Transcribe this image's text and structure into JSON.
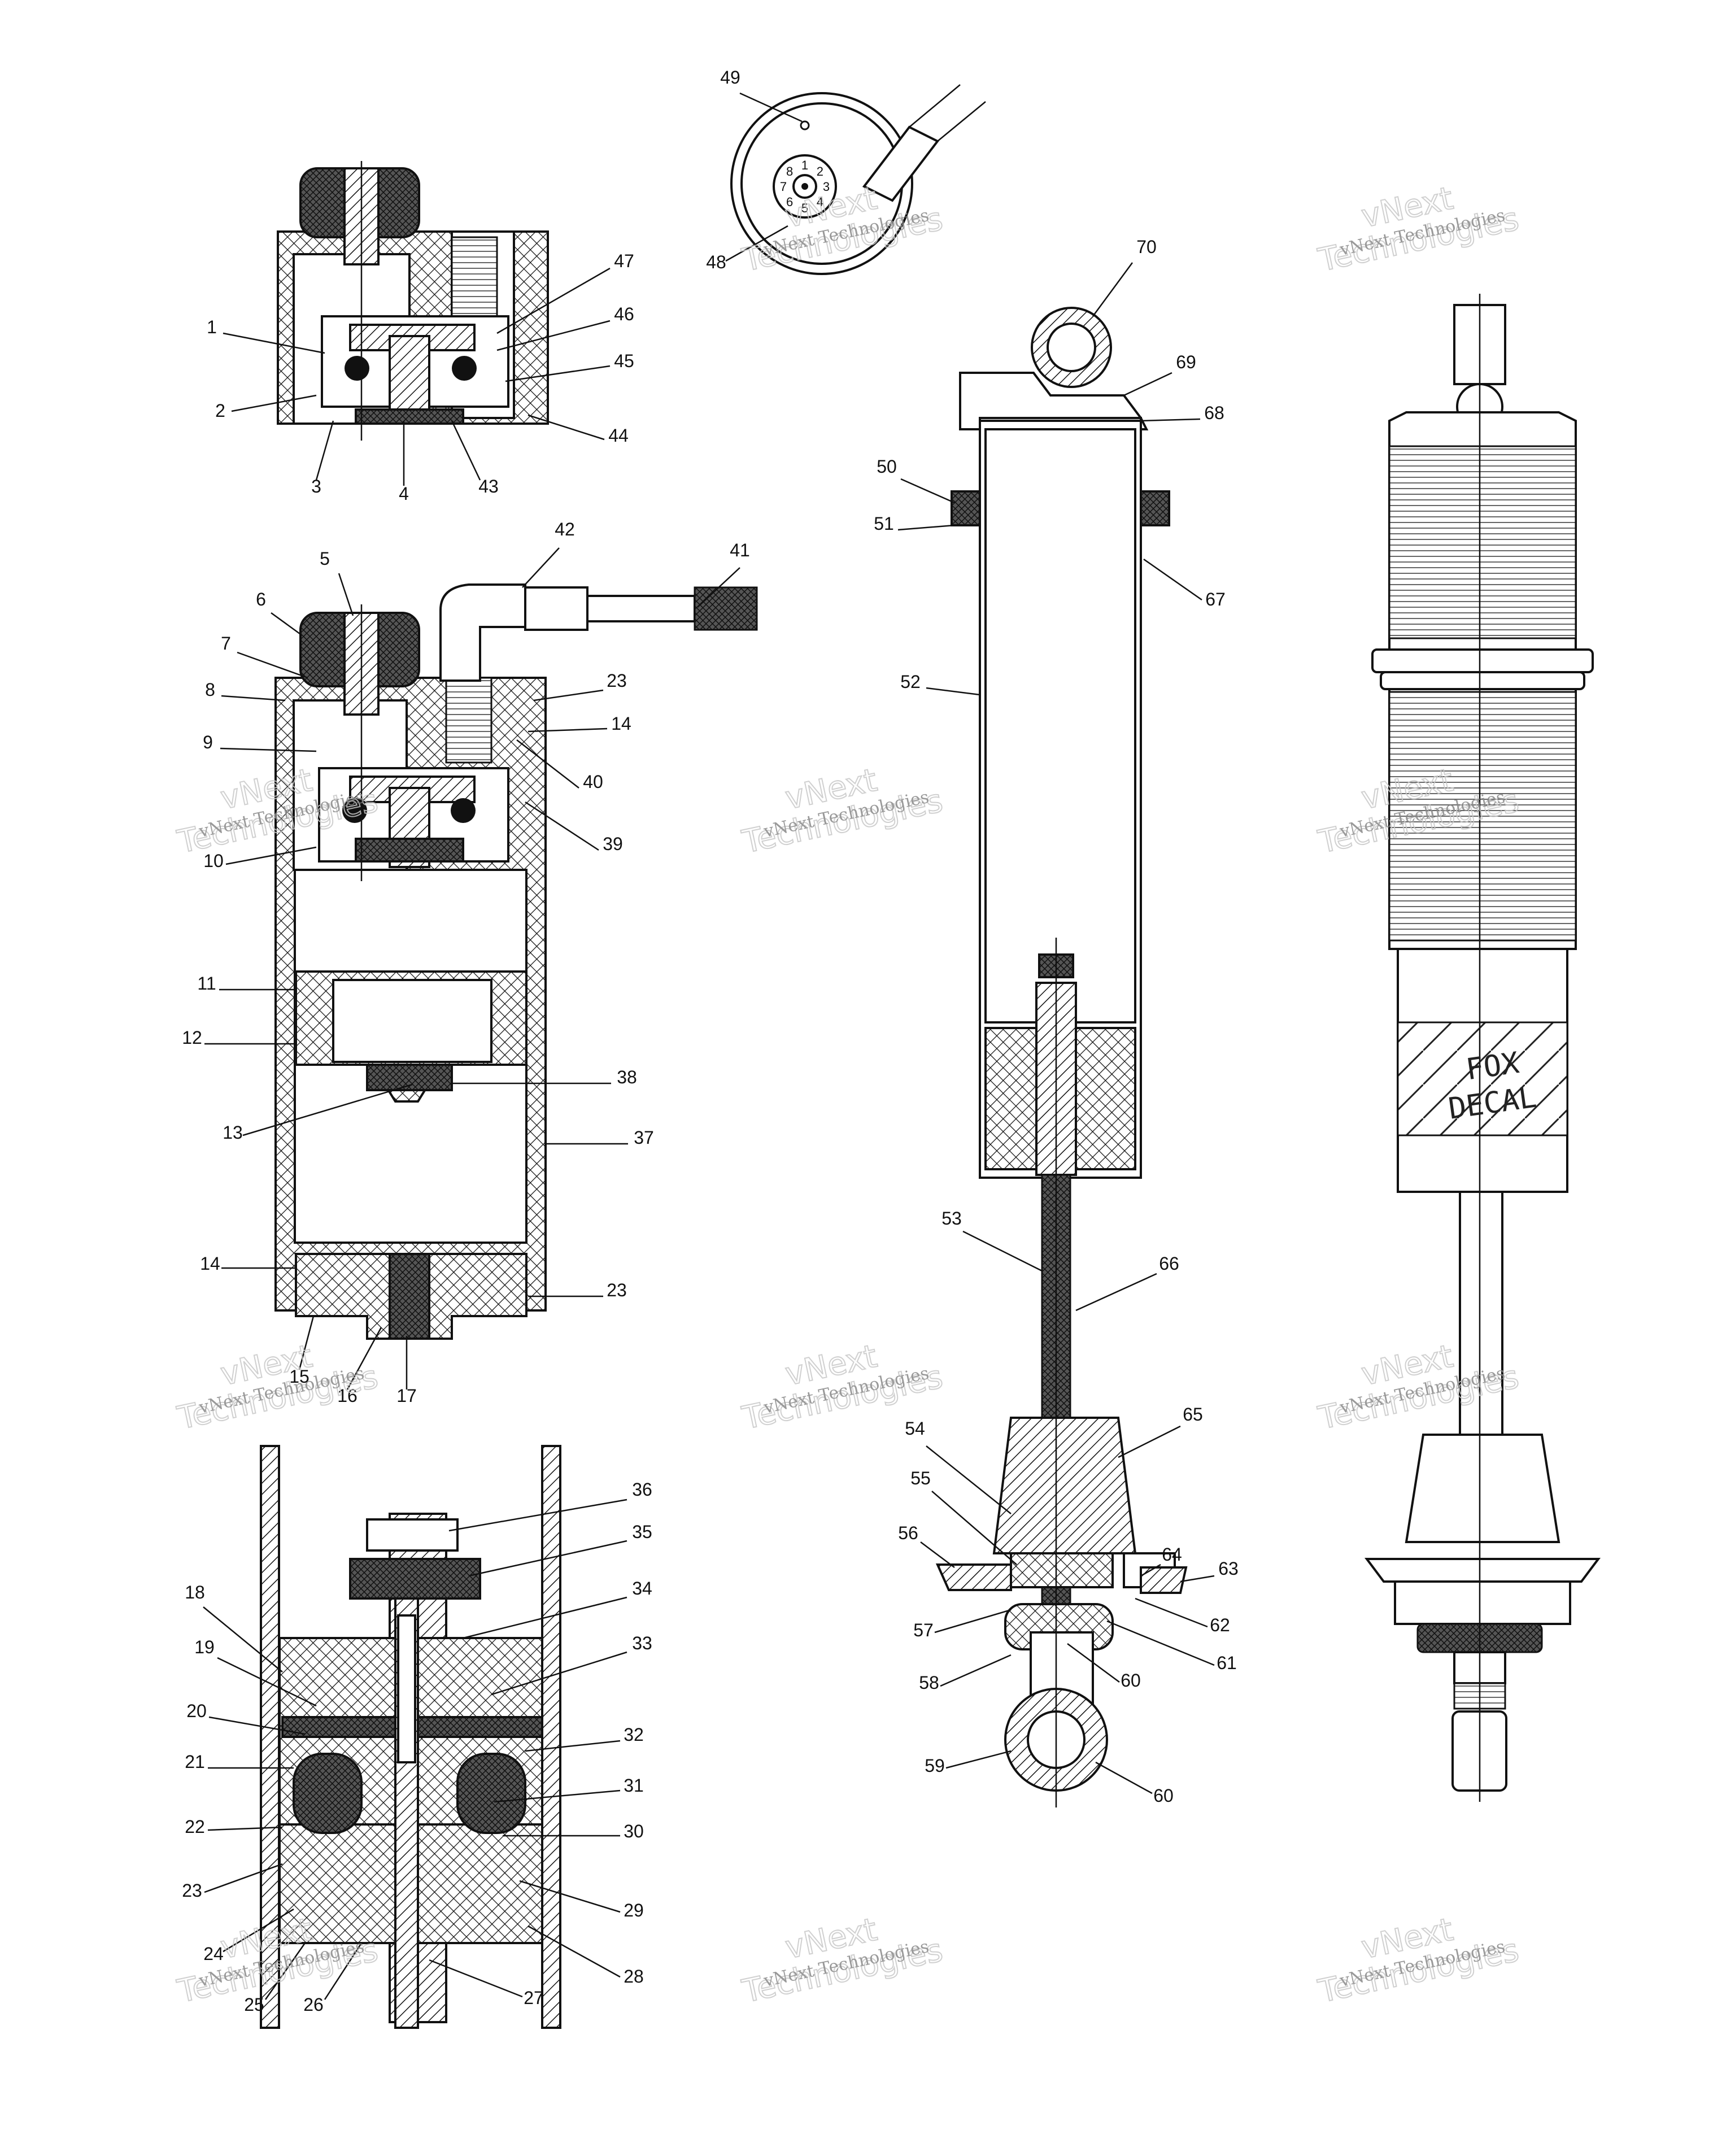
{
  "diagram": {
    "decal_text": [
      "FOX",
      "DECAL"
    ],
    "dial_marks": [
      "1",
      "2",
      "3",
      "4",
      "5",
      "6",
      "7",
      "8"
    ],
    "watermark": {
      "line1": "vNext",
      "line2": "Technologies"
    },
    "callouts": [
      {
        "id": "1"
      },
      {
        "id": "2"
      },
      {
        "id": "3"
      },
      {
        "id": "4"
      },
      {
        "id": "43"
      },
      {
        "id": "44"
      },
      {
        "id": "45"
      },
      {
        "id": "46"
      },
      {
        "id": "47"
      },
      {
        "id": "5"
      },
      {
        "id": "6"
      },
      {
        "id": "7"
      },
      {
        "id": "8"
      },
      {
        "id": "9"
      },
      {
        "id": "10"
      },
      {
        "id": "11"
      },
      {
        "id": "12"
      },
      {
        "id": "13"
      },
      {
        "id": "14"
      },
      {
        "id": "14"
      },
      {
        "id": "15"
      },
      {
        "id": "16"
      },
      {
        "id": "17"
      },
      {
        "id": "23"
      },
      {
        "id": "23"
      },
      {
        "id": "37"
      },
      {
        "id": "38"
      },
      {
        "id": "39"
      },
      {
        "id": "40"
      },
      {
        "id": "41"
      },
      {
        "id": "42"
      },
      {
        "id": "18"
      },
      {
        "id": "19"
      },
      {
        "id": "20"
      },
      {
        "id": "21"
      },
      {
        "id": "22"
      },
      {
        "id": "23"
      },
      {
        "id": "24"
      },
      {
        "id": "25"
      },
      {
        "id": "26"
      },
      {
        "id": "27"
      },
      {
        "id": "28"
      },
      {
        "id": "29"
      },
      {
        "id": "30"
      },
      {
        "id": "31"
      },
      {
        "id": "32"
      },
      {
        "id": "33"
      },
      {
        "id": "34"
      },
      {
        "id": "35"
      },
      {
        "id": "36"
      },
      {
        "id": "48"
      },
      {
        "id": "49"
      },
      {
        "id": "50"
      },
      {
        "id": "51"
      },
      {
        "id": "52"
      },
      {
        "id": "53"
      },
      {
        "id": "54"
      },
      {
        "id": "55"
      },
      {
        "id": "56"
      },
      {
        "id": "57"
      },
      {
        "id": "58"
      },
      {
        "id": "59"
      },
      {
        "id": "60"
      },
      {
        "id": "60"
      },
      {
        "id": "61"
      },
      {
        "id": "62"
      },
      {
        "id": "63"
      },
      {
        "id": "64"
      },
      {
        "id": "65"
      },
      {
        "id": "66"
      },
      {
        "id": "67"
      },
      {
        "id": "68"
      },
      {
        "id": "69"
      },
      {
        "id": "70"
      }
    ]
  }
}
